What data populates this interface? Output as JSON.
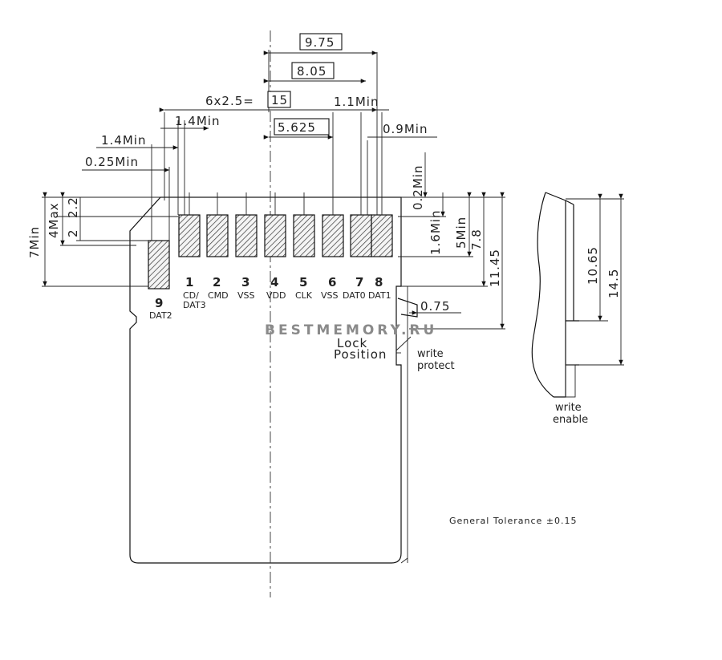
{
  "dimensions": {
    "d_9_75": "9.75",
    "d_8_05": "8.05",
    "d_6x25": "6x2.5=",
    "d_15": "15",
    "d_1_1min": "1.1Min",
    "d_5_625": "5.625",
    "d_1_4min_b": "1.4Min",
    "d_0_9min": "0.9Min",
    "d_1_4min": "1.4Min",
    "d_0_25min": "0.25Min",
    "d_0_2min": "0.2Min",
    "d_2_2": "2.2",
    "d_4max": "4Max",
    "d_2": "2",
    "d_7min": "7Min",
    "d_1_6min": "1.6Min",
    "d_5min": "5Min",
    "d_7_8": "7.8",
    "d_11_45": "11.45",
    "d_0_75": "0.75",
    "d_10_65": "10.65",
    "d_14_5": "14.5"
  },
  "pins": [
    {
      "num": "9",
      "label": "DAT2"
    },
    {
      "num": "1",
      "label": "CD/\nDAT3"
    },
    {
      "num": "2",
      "label": "CMD"
    },
    {
      "num": "3",
      "label": "VSS"
    },
    {
      "num": "4",
      "label": "VDD"
    },
    {
      "num": "5",
      "label": "CLK"
    },
    {
      "num": "6",
      "label": "VSS"
    },
    {
      "num": "7",
      "label": "DAT0"
    },
    {
      "num": "8",
      "label": "DAT1"
    }
  ],
  "labels": {
    "watermark": "BESTMEMORY.RU",
    "lock_line1": "Lock",
    "lock_line2": "Position",
    "write_protect_1": "write",
    "write_protect_2": "protect",
    "write_enable_1": "write",
    "write_enable_2": "enable",
    "tolerance": "General Tolerance ±0.15",
    "pin1_label_a": "CD/",
    "pin1_label_b": "DAT3"
  }
}
